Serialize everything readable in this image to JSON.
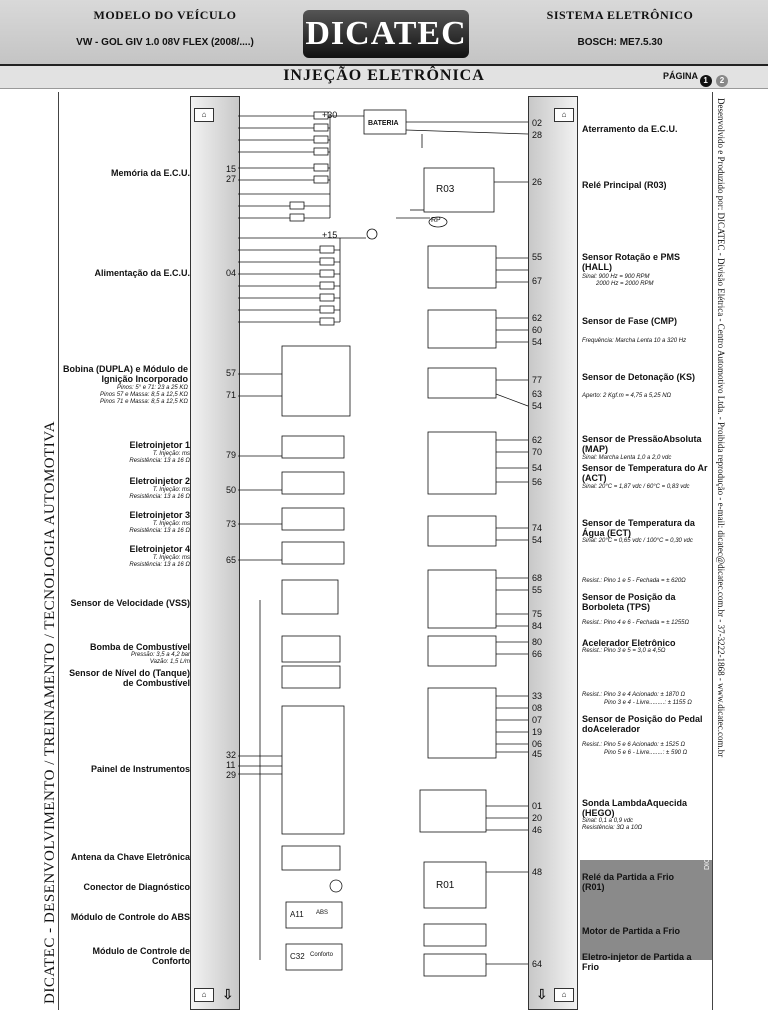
{
  "header": {
    "left_label": "MODELO DO VEÍCULO",
    "left_value": "VW - GOL GIV 1.0 08V FLEX (2008/....)",
    "brand": "DICATEC",
    "right_label": "SISTEMA ELETRÔNICO",
    "right_value": "BOSCH: ME7.5.30"
  },
  "subheader": {
    "title": "INJEÇÃO ELETRÔNICA",
    "page_label": "PÁGINA",
    "page_current": "1",
    "page_next": "2"
  },
  "sidebar_left": "DICATEC - DESENVOLVIMENTO / TREINAMENTO / TECNOLOGIA AUTOMOTIVA",
  "sidebar_right": "Desenvolvido e Produzido por: DICATEC - Divisão Elétrica - Centro Automotivo Ltda. - Proibida reprodução - e-mail: dicatec@dicatec.com.br - 37-3222-1868 - www.dicatec.com.br",
  "battery_label": "BATERIA",
  "relay_r03": "R03",
  "relay_r01": "R01",
  "fuse_rp": "RP",
  "plus30": "+30",
  "plus15": "+15",
  "left_components": [
    {
      "label": "Memória da E.C.U.",
      "pins": [
        "15",
        "27"
      ]
    },
    {
      "label": "Alimentação da E.C.U.",
      "pins": [
        "04"
      ]
    },
    {
      "label": "Bobina (DUPLA) e Módulo de Ignição Incorporado",
      "note1": "Pinos: 5° e 71: 23 a 25 KΩ",
      "note2": "Pinos 57 e Massa: 8,5 a 12,5 KΩ",
      "note3": "Pinos 71 e Massa: 8,5 a 12,5 KΩ",
      "pins": [
        "57",
        "71"
      ]
    },
    {
      "label": "Eletroinjetor 1",
      "note1": "T. Injeção: ms",
      "note2": "Resistência: 13 a 16 Ω",
      "pins": [
        "79"
      ]
    },
    {
      "label": "Eletroinjetor 2",
      "note1": "T. Injeção: ms",
      "note2": "Resistência: 13 a 16 Ω",
      "pins": [
        "50"
      ]
    },
    {
      "label": "Eletroinjetor 3",
      "note1": "T. Injeção: ms",
      "note2": "Resistência: 13 a 16 Ω",
      "pins": [
        "73"
      ]
    },
    {
      "label": "Eletroinjetor 4",
      "note1": "T. Injeção: ms",
      "note2": "Resistência: 13 a 16 Ω",
      "pins": [
        "65"
      ]
    },
    {
      "label": "Sensor de Velocidade (VSS)"
    },
    {
      "label": "Bomba de Combustível",
      "note1": "Pressão: 3,5 a 4,2 bar",
      "note2": "Vazão: 1,5 L/m"
    },
    {
      "label": "Sensor de Nível do (Tanque) de Combustível"
    },
    {
      "label": "Painel de Instrumentos",
      "pins": [
        "32",
        "11",
        "29"
      ]
    },
    {
      "label": "Antena da Chave Eletrônica"
    },
    {
      "label": "Conector de Diagnóstico"
    },
    {
      "label": "Módulo de Controle do ABS",
      "module": "A11",
      "tag": "ABS"
    },
    {
      "label": "Módulo de Controle de Conforto",
      "module": "C32",
      "tag": "Conforto"
    }
  ],
  "right_components": [
    {
      "label": "Aterramento da E.C.U.",
      "pins": [
        "02",
        "28"
      ]
    },
    {
      "label": "Relé Principal (R03)",
      "pins": [
        "26"
      ]
    },
    {
      "label": "Sensor Rotação e PMS (HALL)",
      "note1": "Sinal: 900 Hz = 900 RPM",
      "note2": "2000 Hz = 2000 RPM",
      "pins": [
        "55",
        "67"
      ]
    },
    {
      "label": "Sensor de Fase (CMP)",
      "note1": "Frequência: Marcha Lenta 10 a 320 Hz",
      "pins": [
        "62",
        "60",
        "54"
      ]
    },
    {
      "label": "Sensor de Detonação (KS)",
      "note1": "Aperto: 2 Kgf.m = 4,75 a 5,25 NΩ",
      "pins": [
        "77",
        "63",
        "54"
      ]
    },
    {
      "label": "Sensor de PressãoAbsoluta (MAP)",
      "note1": "Sinal: Marcha Lenta 1,0 a 2,0 vdc",
      "pins": [
        "62",
        "70"
      ]
    },
    {
      "label": "Sensor de Temperatura do Ar (ACT)",
      "note1": "Sinal: 20°C = 1,87 vdc / 60°C = 0,83 vdc",
      "pins": [
        "54",
        "56"
      ]
    },
    {
      "label": "Sensor de Temperatura da Água (ECT)",
      "note1": "Sinal: 20°C = 0,65 vdc / 100°C = 0,30 vdc",
      "pins": [
        "74",
        "54"
      ]
    },
    {
      "label": "Sensor de Posição da Borboleta (TPS)",
      "note1": "Resist.: Pino 1 e 5 - Fechada = ± 620Ω",
      "note2": "Resist.: Pino 4 e 6 - Fechada = ± 1255Ω",
      "pins": [
        "68",
        "55",
        "75",
        "84"
      ]
    },
    {
      "label": "Acelerador Eletrônico",
      "note1": "Resist.: Pino 3 e 5 = 3,0 a 4,5Ω",
      "pins": [
        "80",
        "66"
      ]
    },
    {
      "label": "Sensor de Posição do Pedal doAcelerador",
      "note1": "Resist.: Pino 3 e 4 Acionado: ± 1870 Ω",
      "note2": "Pino 3 e 4 - Livre.........: ± 1155 Ω",
      "note3": "Resist.: Pino 5 e 6 Acionado: ± 1525 Ω",
      "note4": "Pino 5 e 6 - Livre........: ± 590 Ω",
      "pins": [
        "33",
        "08",
        "07",
        "19",
        "06",
        "45"
      ]
    },
    {
      "label": "Sonda LambdaAquecida (HEGO)",
      "note1": "Sinal: 0,1 a 0,9 vdc",
      "note2": "Resistência: 3Ω a 10Ω",
      "pins": [
        "01",
        "20",
        "46"
      ]
    },
    {
      "label": "Relé da Partida a Frio (R01)",
      "pins": [
        "48"
      ]
    },
    {
      "label": "Motor de Partida a Frio"
    },
    {
      "label": "Eletro-injetor de Partida a Frio",
      "pins": [
        "64"
      ]
    }
  ],
  "shade_text": "DICATEC"
}
